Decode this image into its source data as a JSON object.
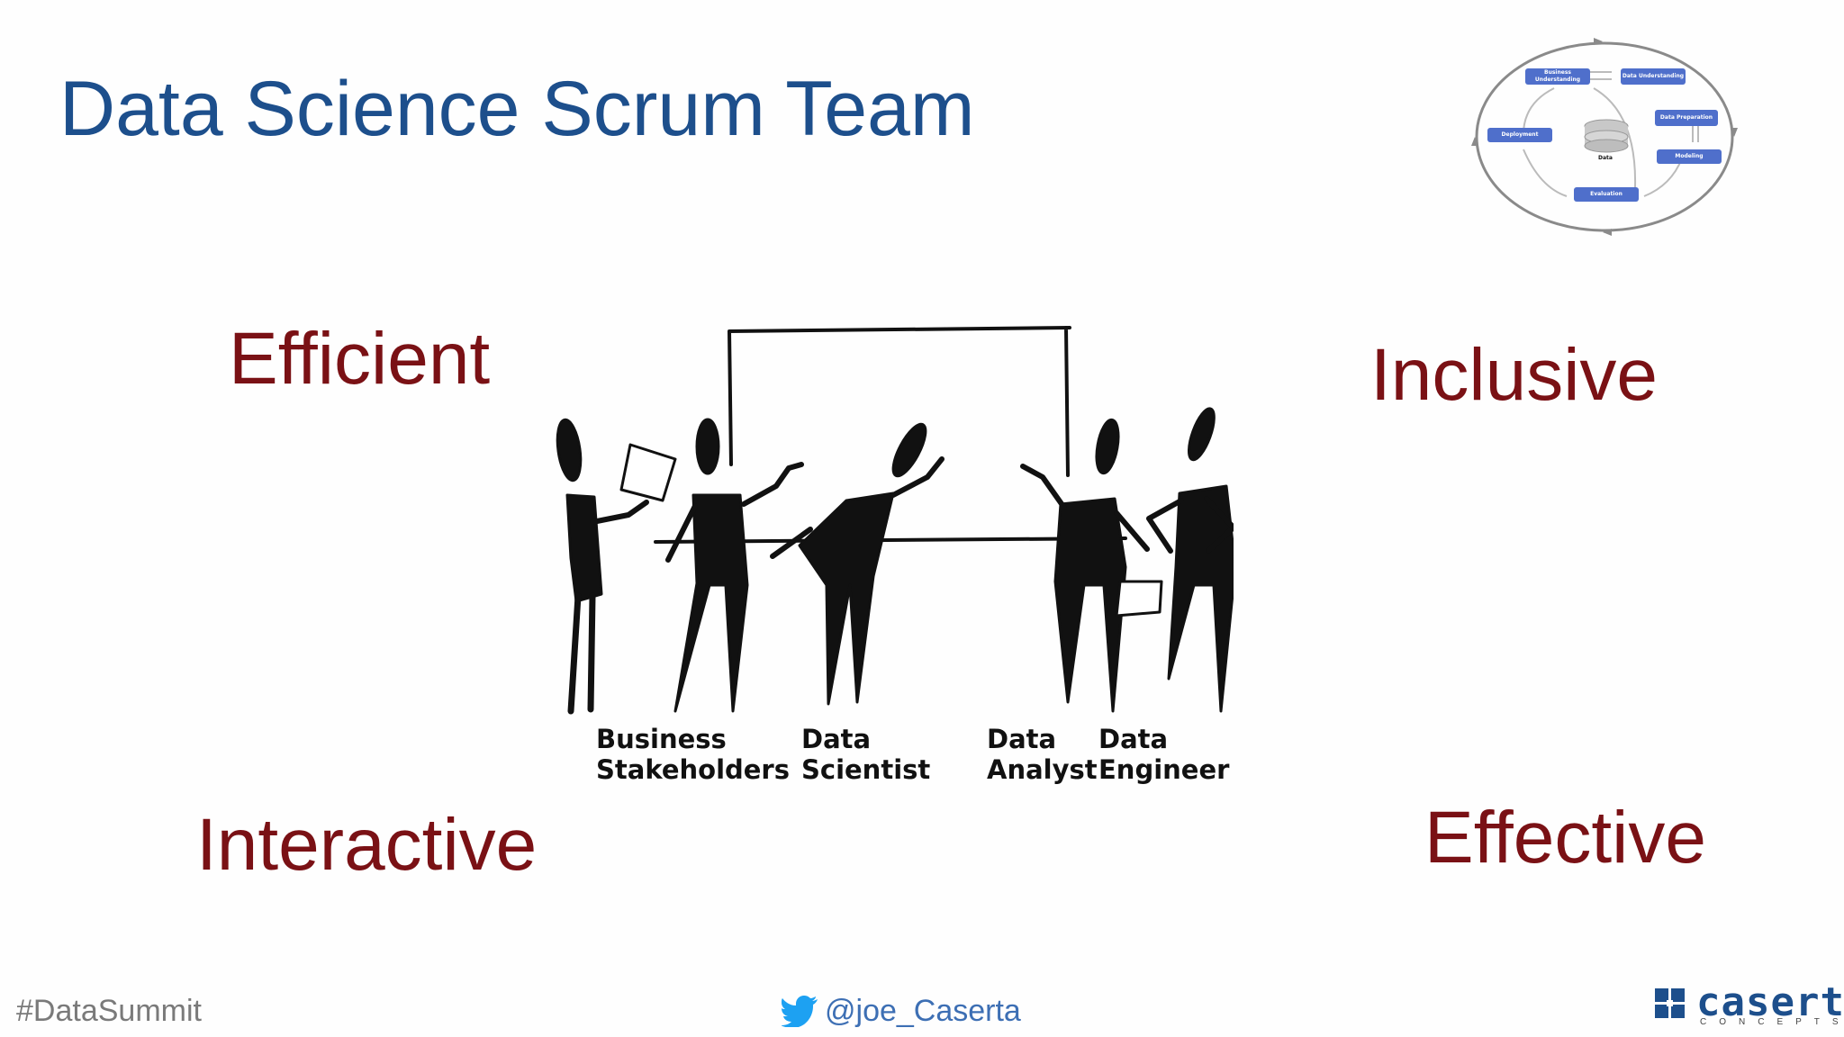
{
  "slide": {
    "title": "Data Science Scrum Team",
    "words": {
      "efficient": "Efficient",
      "inclusive": "Inclusive",
      "interactive": "Interactive",
      "effective": "Effective"
    },
    "roles": {
      "business_1": "Business",
      "business_2": "Stakeholders",
      "scientist_1": "Data",
      "scientist_2": "Scientist",
      "analyst_1": "Data",
      "analyst_2": "Analyst",
      "engineer_1": "Data",
      "engineer_2": "Engineer"
    },
    "cycle": {
      "business_understanding": "Business Understanding",
      "data_understanding": "Data Understanding",
      "data_preparation": "Data Preparation",
      "modeling": "Modeling",
      "evaluation": "Evaluation",
      "deployment": "Deployment",
      "data": "Data"
    }
  },
  "footer": {
    "hashtag": "#DataSummit",
    "twitter_handle": "@joe_Caserta",
    "logo_brand": "caserta",
    "logo_sub": "CONCEPTS"
  },
  "colors": {
    "title": "#1d4f8c",
    "keywords": "#7a1115",
    "cycle_box": "#4f6fcb",
    "twitter": "#1da1f2"
  }
}
